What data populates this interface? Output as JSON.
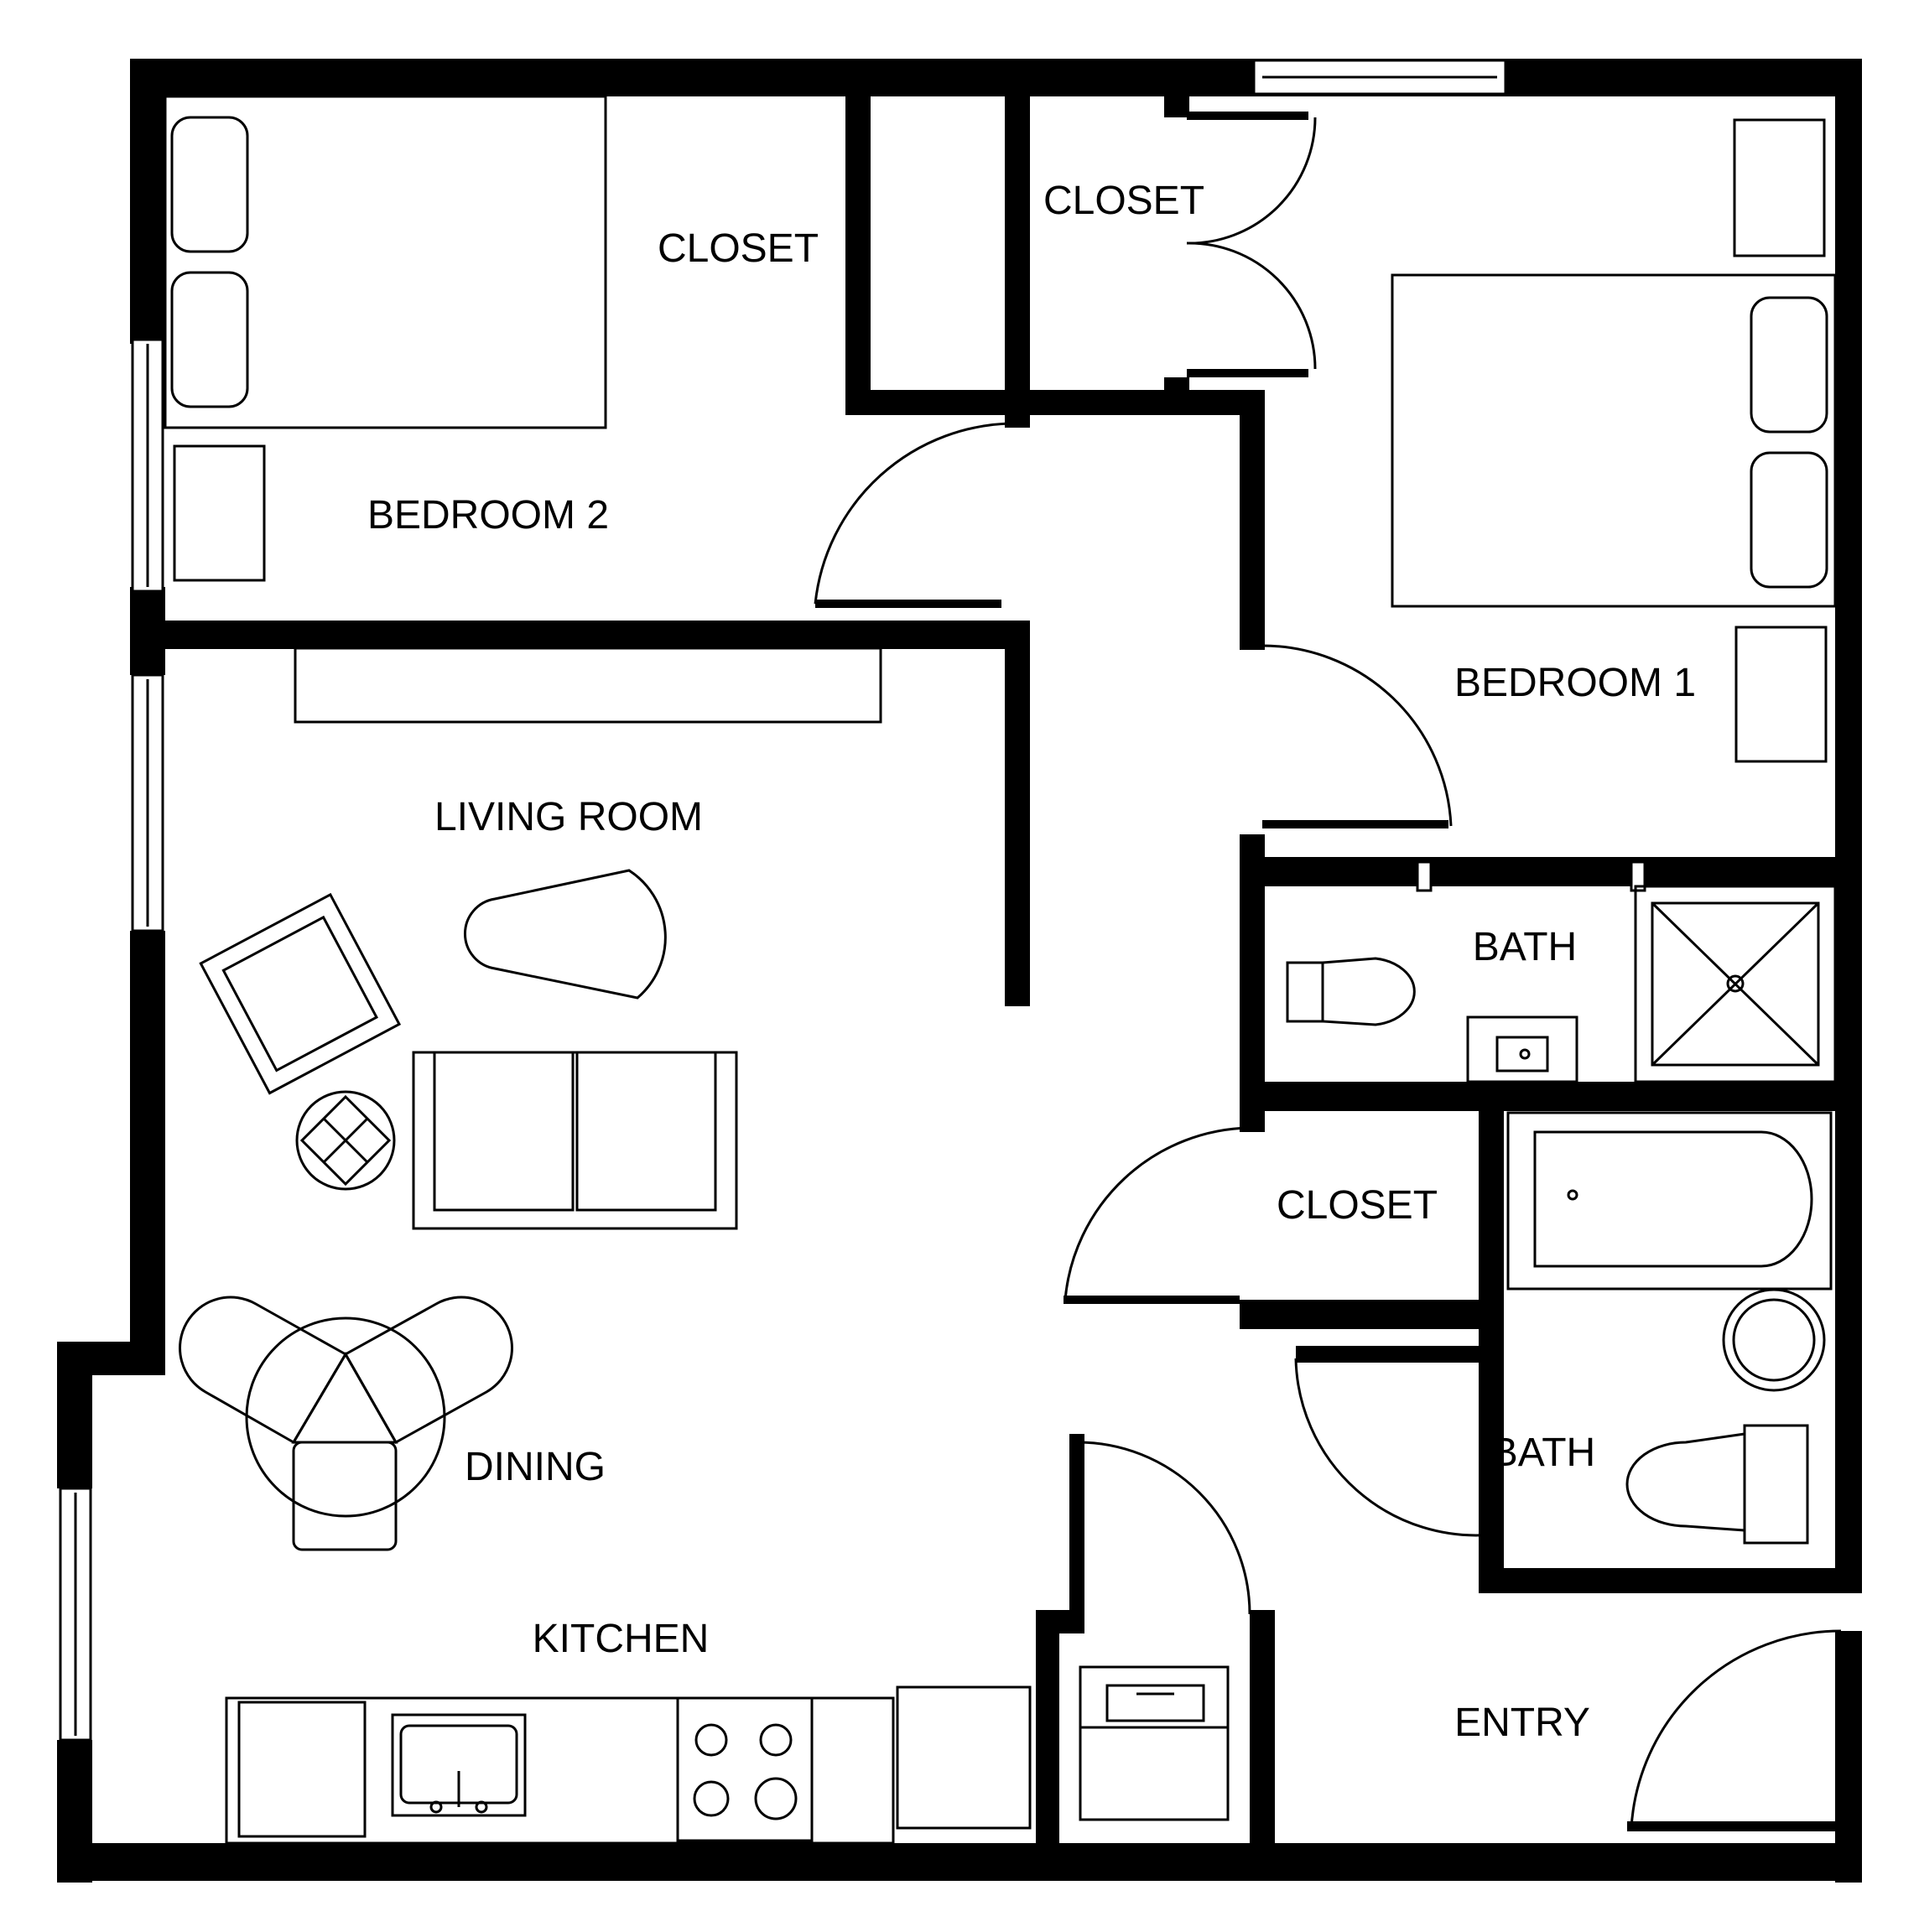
{
  "rooms": {
    "closet_left": "CLOSET",
    "closet_top": "CLOSET",
    "bedroom2": "BEDROOM 2",
    "bedroom1": "BEDROOM 1",
    "living_room": "LIVING ROOM",
    "bath_top": "BATH",
    "closet_mid": "CLOSET",
    "bath_bottom": "BATH",
    "dining": "DINING",
    "kitchen": "KITCHEN",
    "entry": "ENTRY"
  },
  "colors": {
    "wall": "#000000",
    "background": "#ffffff"
  }
}
